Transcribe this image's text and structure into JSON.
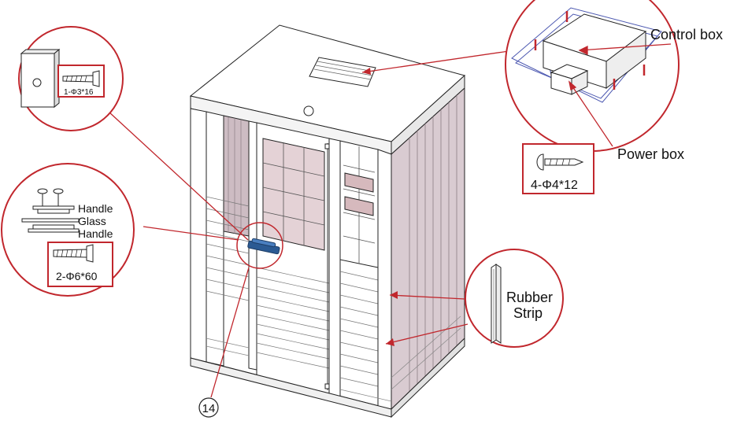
{
  "labels": {
    "control_box": "Control box",
    "power_box": "Power box",
    "power_screw_spec": "4-Φ4*12",
    "rubber_strip_line1": "Rubber",
    "rubber_strip_line2": "Strip",
    "handle_top": "Handle",
    "glass": "Glass",
    "handle_bottom": "Handle",
    "handle_screw_spec": "2-Φ6*60",
    "bracket_screw_spec": "1-Φ3*16",
    "step_number": "14"
  },
  "colors": {
    "callout": "#c1272d",
    "line": "#222222",
    "handle": "#2b5a93",
    "glass_tint": "#d6b9bd",
    "control_panel_blue": "#4b57b0"
  }
}
